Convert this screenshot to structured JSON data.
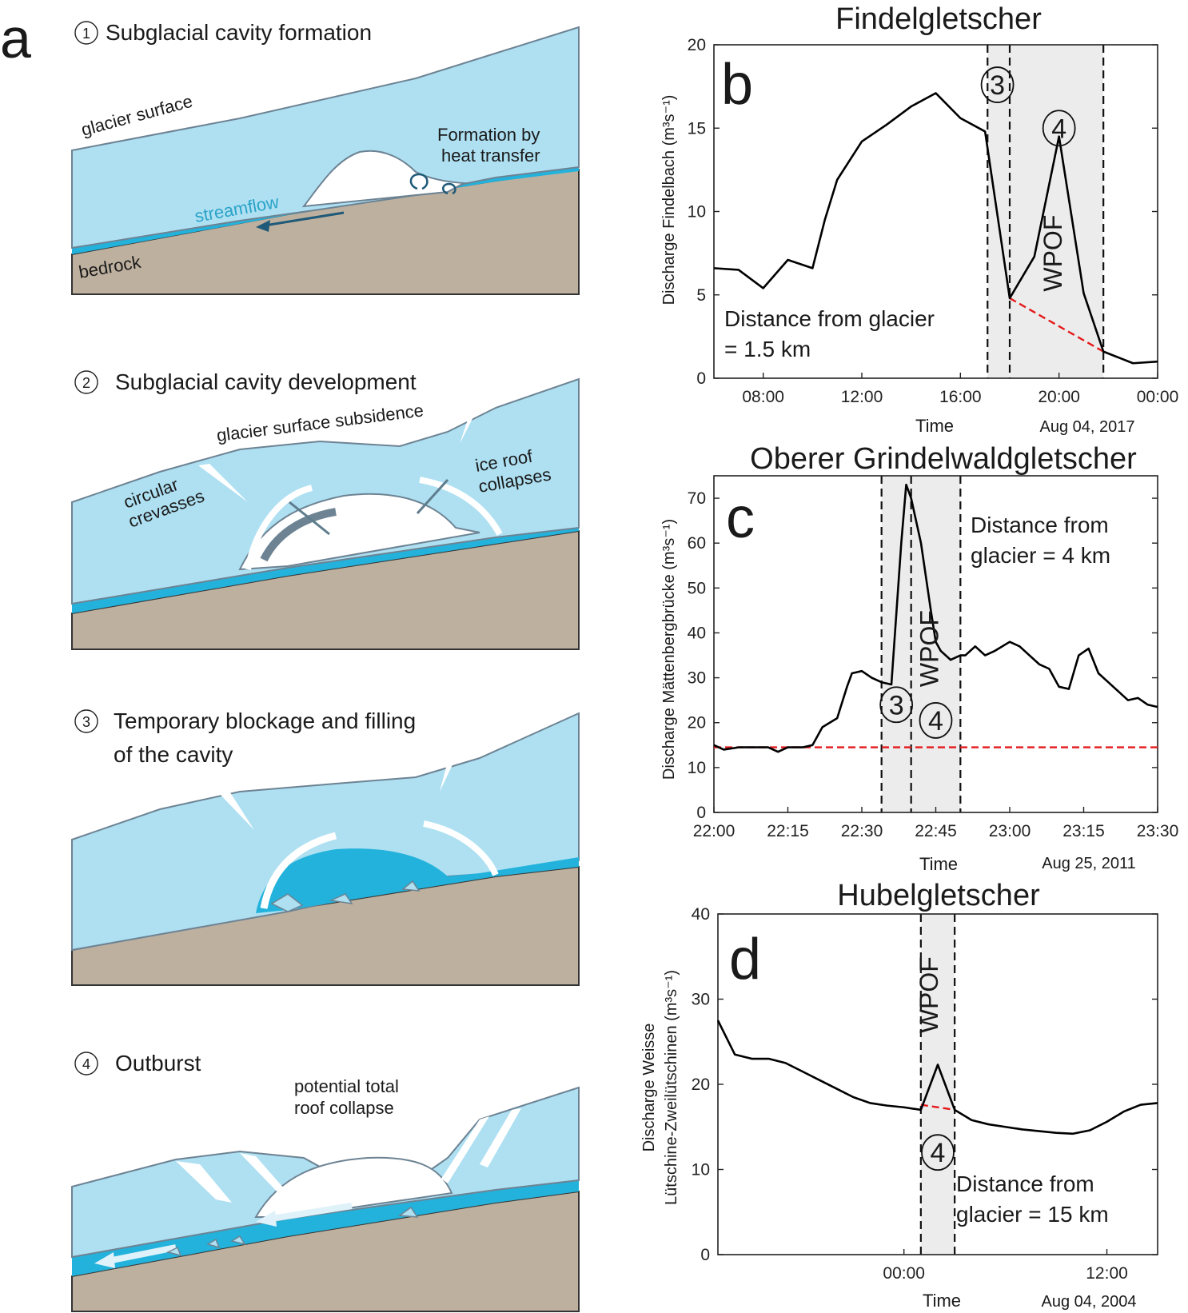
{
  "panel_a": {
    "letter": "a",
    "steps": [
      {
        "num": "1",
        "title": "Subglacial cavity formation"
      },
      {
        "num": "2",
        "title": "Subglacial cavity development"
      },
      {
        "num": "3",
        "title_line1": "Temporary blockage and filling",
        "title_line2": "of the cavity"
      },
      {
        "num": "4",
        "title": "Outburst"
      }
    ],
    "labels": {
      "glacier_surface": "glacier surface",
      "formation_1": "Formation by",
      "formation_2": "heat transfer",
      "streamflow": "streamflow",
      "bedrock": "bedrock",
      "subsidence": "glacier   surface   subsidence",
      "crevasses_1": "circular",
      "crevasses_2": "crevasses",
      "roof_1": "ice roof",
      "roof_2": "collapses",
      "total_1": "potential total",
      "total_2": "roof collapse"
    },
    "colors": {
      "ice": "#aee0f2",
      "water": "#23b2db",
      "bedrock": "#bdb09f",
      "series": "#000000",
      "baseline": "#e41a1c",
      "event_shade": "#ececec"
    }
  },
  "chart_data": [
    {
      "panel": "b",
      "type": "line",
      "title": "Findelgletscher",
      "ylabel": "Discharge Findelbach (m³s⁻¹)",
      "xlabel": "Time",
      "date_label": "Aug 04, 2017",
      "xticks": [
        "08:00",
        "12:00",
        "16:00",
        "20:00",
        "00:00"
      ],
      "yticks": [
        "0",
        "5",
        "10",
        "15",
        "20"
      ],
      "ylim": [
        0,
        20
      ],
      "xlim_hours": [
        6,
        24
      ],
      "x_hours": [
        6,
        7,
        8,
        9,
        10,
        10.5,
        11,
        12,
        13,
        14,
        15,
        16,
        17,
        18,
        19,
        20,
        21,
        21.8,
        23,
        24
      ],
      "values": [
        6.6,
        6.5,
        5.4,
        7.1,
        6.6,
        9.5,
        11.9,
        14.2,
        15.2,
        16.3,
        17.1,
        15.6,
        14.8,
        4.8,
        7.3,
        14.5,
        5.1,
        1.6,
        0.9,
        1.0
      ],
      "baseline_x": [
        18,
        21.8
      ],
      "baseline_y": [
        4.8,
        1.6
      ],
      "event_lines_hours": [
        17.1,
        18.0,
        21.8
      ],
      "shade_hours": [
        17.1,
        21.8
      ],
      "stage_labels": [
        "3",
        "4"
      ],
      "event_label": "WPOF",
      "annotation_line1": "Distance from glacier",
      "annotation_line2": "= 1.5 km"
    },
    {
      "panel": "c",
      "type": "line",
      "title": "Oberer Grindelwaldgletscher",
      "ylabel": "Discharge Mättenbergbrücke (m³s⁻¹)",
      "xlabel": "Time",
      "date_label": "Aug 25, 2011",
      "xticks": [
        "22:00",
        "22:15",
        "22:30",
        "22:45",
        "23:00",
        "23:15",
        "23:30"
      ],
      "yticks": [
        "0",
        "10",
        "20",
        "30",
        "40",
        "50",
        "60",
        "70"
      ],
      "ylim": [
        0,
        75
      ],
      "xlim_minutes": [
        0,
        90
      ],
      "x_minutes": [
        0,
        2,
        5,
        8,
        11,
        13,
        15,
        17,
        18,
        20,
        22,
        25,
        27,
        28,
        30,
        32,
        34,
        36,
        38,
        39,
        40,
        42,
        44,
        45,
        46,
        48,
        50,
        51,
        53,
        55,
        57,
        60,
        62,
        64,
        66,
        68,
        70,
        72,
        74,
        76,
        78,
        80,
        82,
        84,
        86,
        88,
        90
      ],
      "values": [
        15,
        14,
        14.5,
        14.5,
        14.5,
        13.5,
        14.5,
        14.5,
        14.5,
        15,
        19,
        21,
        28,
        31,
        31.5,
        30,
        29,
        28.5,
        60,
        73,
        70,
        60,
        45,
        38,
        36,
        34,
        35,
        35,
        37,
        35,
        36,
        38,
        37,
        35,
        33,
        32,
        28,
        27.5,
        35,
        36.5,
        31,
        29,
        27,
        25,
        25.5,
        24,
        23.5
      ],
      "baseline_x": [
        0,
        90
      ],
      "baseline_y": [
        14.5,
        14.5
      ],
      "event_lines_minutes": [
        34,
        40,
        50
      ],
      "shade_minutes": [
        34,
        50
      ],
      "stage_labels": [
        "3",
        "4"
      ],
      "event_label": "WPOF",
      "annotation_line1": "Distance from",
      "annotation_line2": "glacier = 4 km"
    },
    {
      "panel": "d",
      "type": "line",
      "title": "Hubelgletscher",
      "ylabel_line1": "Discharge Weisse",
      "ylabel_line2": "Lütschine-Zweilütschinen (m³s⁻¹)",
      "xlabel": "Time",
      "date_label": "Aug 04, 2004",
      "xticks": [
        "00:00",
        "12:00"
      ],
      "yticks": [
        "0",
        "10",
        "20",
        "30",
        "40"
      ],
      "ylim": [
        0,
        40
      ],
      "xlim_hours": [
        -11,
        15
      ],
      "x_hours": [
        -11,
        -10,
        -9,
        -8,
        -7,
        -6,
        -5,
        -4,
        -3,
        -2,
        -1,
        0,
        1,
        2,
        3,
        4,
        5,
        6,
        7,
        8,
        9,
        10,
        11,
        12,
        13,
        14,
        15
      ],
      "values": [
        27.5,
        23.5,
        23,
        23,
        22.5,
        21.5,
        20.5,
        19.5,
        18.5,
        17.8,
        17.5,
        17.3,
        17.0,
        22.3,
        17.0,
        15.8,
        15.3,
        15.0,
        14.7,
        14.5,
        14.3,
        14.2,
        14.6,
        15.6,
        16.8,
        17.6,
        17.8
      ],
      "baseline_x": [
        1,
        3
      ],
      "baseline_y": [
        17.6,
        17.0
      ],
      "event_lines_hours": [
        1.0,
        3.0
      ],
      "shade_hours": [
        1.0,
        3.0
      ],
      "stage_labels": [
        "4"
      ],
      "event_label": "WPOF",
      "annotation_line1": "Distance from",
      "annotation_line2": "glacier = 15 km"
    }
  ]
}
